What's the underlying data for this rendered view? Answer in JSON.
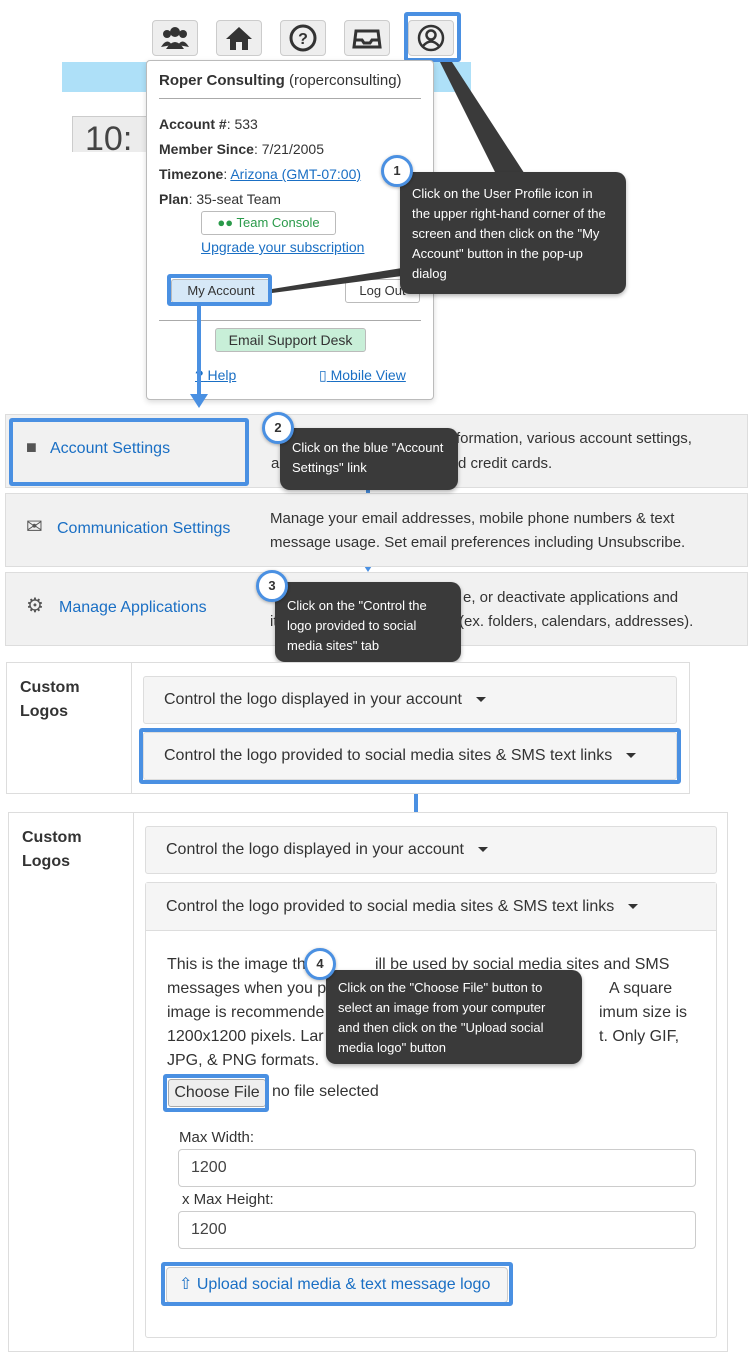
{
  "popup": {
    "name_bold": "Roper Consulting",
    "name_rest": "(roperconsulting)",
    "account_label": "Account #",
    "account_value": ": 533",
    "member_label": "Member Since",
    "member_value": ": 7/21/2005",
    "timezone_label": "Timezone",
    "timezone_value": "Arizona (GMT-07:00)",
    "plan_label": "Plan",
    "plan_value": ": 35-seat Team",
    "team_console": "Team Console",
    "upgrade": "Upgrade your subscription",
    "my_account": "My Account",
    "log_out": "Log Out",
    "email_support": "Email Support Desk",
    "help": "Help",
    "mobile_view": "Mobile View"
  },
  "background_number": "10:",
  "callouts": [
    {
      "num": "1",
      "text": "Click on the User Profile icon in the upper right-hand corner of the screen and then click on the \"My Account\" button in the pop-up dialog"
    },
    {
      "num": "2",
      "text": "Click on the blue \"Account Settings\" link"
    },
    {
      "num": "3",
      "text": "Click on the \"Control the logo provided to social media sites\" tab"
    },
    {
      "num": "4",
      "text": "Click on the \"Choose File\" button to select an image from your computer and then click on the \"Upload social media logo\" button"
    }
  ],
  "settings": [
    {
      "label": "Account Settings",
      "desc": "formation, various account settings,",
      "desc2": "d credit cards.",
      "desc2_prefix": "a"
    },
    {
      "label": "Communication Settings",
      "desc": "Manage your email addresses, mobile phone numbers & text",
      "desc2": "message usage. Set email preferences including Unsubscribe."
    },
    {
      "label": "Manage Applications",
      "desc": "e, or deactivate applications and",
      "desc2": "(ex. folders, calendars, addresses).",
      "desc2_prefix": "it"
    }
  ],
  "logos": {
    "label_line1": "Custom",
    "label_line2": "Logos",
    "tab_account": "Control the logo displayed in your account",
    "tab_social": "Control the logo provided to social media sites & SMS text links",
    "desc_lines": [
      "This is the image th",
      "ill be used by social media sites and SMS text",
      "messages when you p",
      "A square",
      "image is recommende",
      "imum size is",
      "1200x1200 pixels. Lar",
      "t. Only GIF,",
      "JPG, & PNG formats."
    ],
    "choose_file": "Choose File",
    "no_file": "no file selected",
    "max_width_label": "Max Width:",
    "max_width_value": "1200",
    "max_height_label": "x Max Height:",
    "max_height_value": "1200",
    "upload_button": "Upload social media & text message logo"
  },
  "colors": {
    "accent": "#4a90e2",
    "link": "#1a6fc4",
    "callout": "#3a3a3a",
    "support_btn": "#c8efd8"
  }
}
